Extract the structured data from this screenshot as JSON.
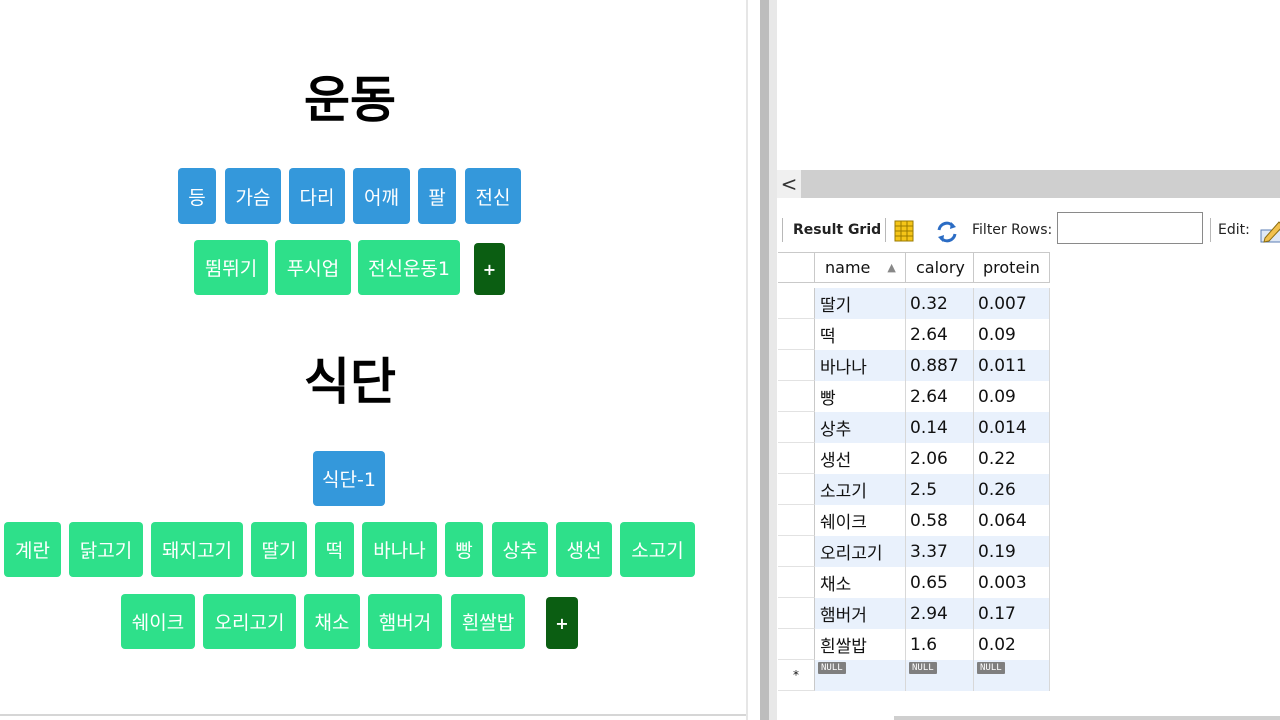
{
  "exercise": {
    "title": "운동",
    "categories": [
      "등",
      "가슴",
      "다리",
      "어깨",
      "팔",
      "전신"
    ],
    "items": [
      "뜀뛰기",
      "푸시업",
      "전신운동1"
    ],
    "add_label": "+"
  },
  "diet": {
    "title": "식단",
    "plans": [
      "식단-1"
    ],
    "foods_row1": [
      "계란",
      "닭고기",
      "돼지고기",
      "딸기",
      "떡",
      "바나나",
      "빵",
      "상추",
      "생선",
      "소고기"
    ],
    "foods_row2": [
      "쉐이크",
      "오리고기",
      "채소",
      "햄버거",
      "흰쌀밥"
    ],
    "add_label": "+"
  },
  "workbench": {
    "scroll_left_glyph": "<",
    "toolbar": {
      "result_grid": "Result Grid",
      "filter_rows": "Filter Rows:",
      "filter_value": "",
      "edit": "Edit:",
      "icons": [
        "grid-icon",
        "refresh-icon",
        "edit-pencil-icon"
      ]
    },
    "grid": {
      "columns": [
        "name",
        "calory",
        "protein"
      ],
      "sort_indicator": "▲",
      "rows": [
        [
          "딸기",
          "0.32",
          "0.007"
        ],
        [
          "떡",
          "2.64",
          "0.09"
        ],
        [
          "바나나",
          "0.887",
          "0.011"
        ],
        [
          "빵",
          "2.64",
          "0.09"
        ],
        [
          "상추",
          "0.14",
          "0.014"
        ],
        [
          "생선",
          "2.06",
          "0.22"
        ],
        [
          "소고기",
          "2.5",
          "0.26"
        ],
        [
          "쉐이크",
          "0.58",
          "0.064"
        ],
        [
          "오리고기",
          "3.37",
          "0.19"
        ],
        [
          "채소",
          "0.65",
          "0.003"
        ],
        [
          "햄버거",
          "2.94",
          "0.17"
        ],
        [
          "흰쌀밥",
          "1.6",
          "0.02"
        ]
      ],
      "new_row_marker": "*",
      "null_label": "NULL"
    }
  },
  "colors": {
    "category_button": "#3498db",
    "item_button": "#2ee08a",
    "add_button": "#0b5e12",
    "grid_alt_row": "#e9f1fc"
  }
}
